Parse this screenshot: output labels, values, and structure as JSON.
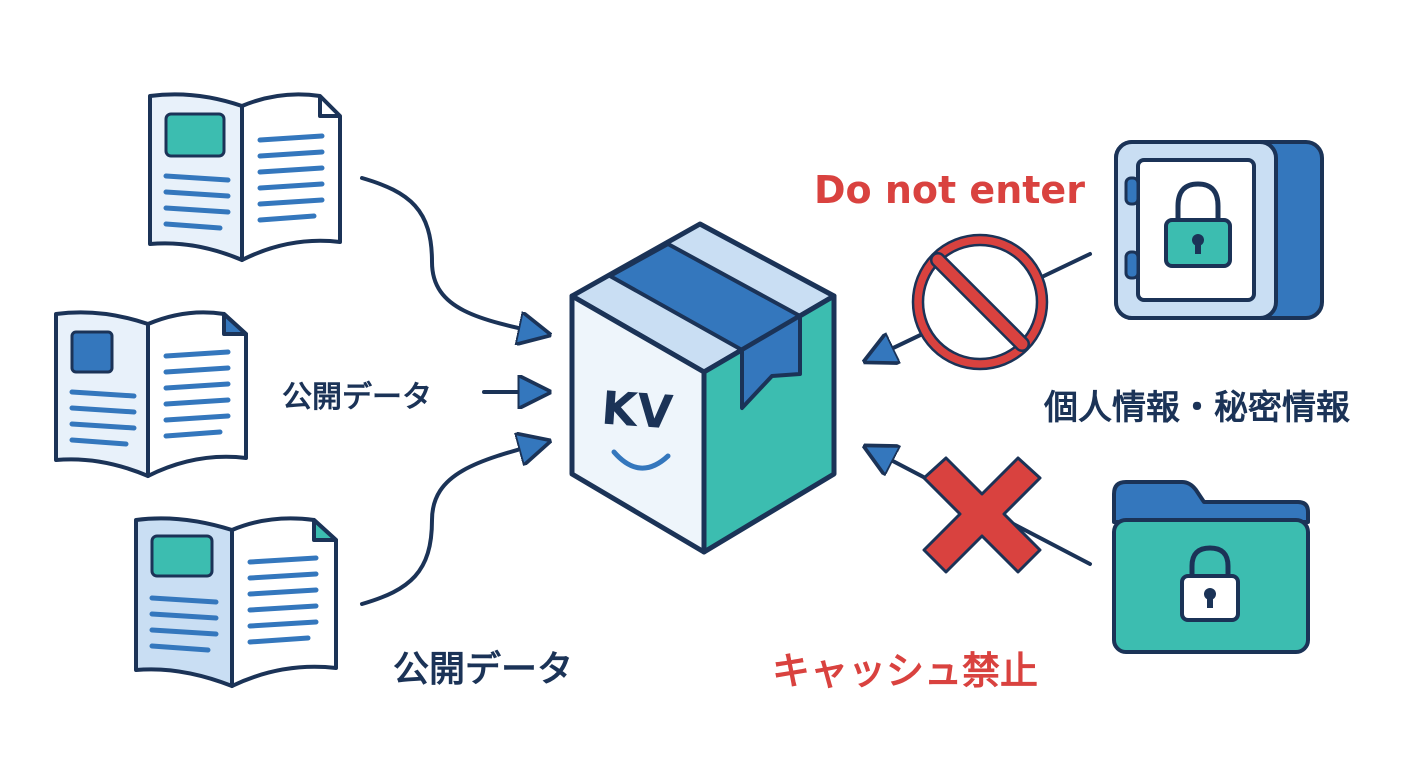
{
  "colors": {
    "navy": "#1b3357",
    "blue": "#3477bd",
    "light_blue": "#c9def3",
    "pale_blue": "#e8f1fa",
    "teal": "#3cbdb0",
    "red": "#d9423f",
    "white": "#ffffff"
  },
  "cube": {
    "logo_text": "KV"
  },
  "labels": {
    "public_data_middle": "公開データ",
    "public_data_bottom": "公開データ",
    "private_info": "個人情報・秘密情報",
    "do_not_enter": "Do not enter",
    "no_cache": "キャッシュ禁止"
  },
  "icons": {
    "left": [
      "open-book-icon",
      "open-book-icon",
      "open-book-icon"
    ],
    "right": [
      "safe-lock-icon",
      "locked-folder-icon"
    ],
    "symbols": [
      "no-entry-icon",
      "cross-mark-icon"
    ]
  }
}
